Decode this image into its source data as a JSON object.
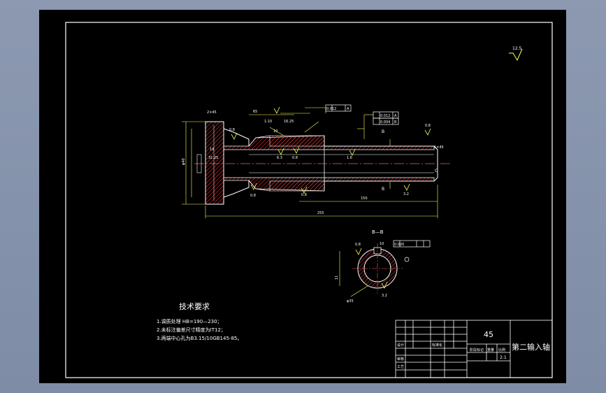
{
  "drawing": {
    "title": "第二输入轴",
    "material": "45",
    "scale": "2:1",
    "surface_roughness": "12.5",
    "section_label": "B—B",
    "technical_requirements": {
      "heading": "技术要求",
      "items": [
        "1.调质处理 HB=190—230；",
        "2.未标注偏差尺寸精度为IT12；",
        "3.两端中心孔为B3.15/10GB145-85。"
      ]
    },
    "dimensions": {
      "overall_length": "255",
      "length_150": "150",
      "length_65": "65",
      "chamfer": "2×45",
      "chamfer_right": "1×45",
      "dim_19": "19",
      "dim_31_25": "31.25",
      "dim_10": "10",
      "dim_1_10": "1:10",
      "dim_16_25": "16.25",
      "ra_0_8": "0.8",
      "ra_1_6": "1.6",
      "ra_3_2": "3.2",
      "ra_6_3": "6.3",
      "section_dia": "φ35",
      "section_key": "φ40",
      "section_width": "10",
      "section_depth": "11",
      "tol_box_1": "0.012",
      "tol_box_2": "0.012",
      "tol_box_3": "0.004",
      "tol_box_4": "0.020",
      "datum_a": "A",
      "datum_b": "B",
      "datum_c": "C"
    },
    "title_block": {
      "design": "设计",
      "check": "审核",
      "process": "工艺",
      "standard": "标准化",
      "weight": "重量",
      "ratio": "比例",
      "stage_mark": "阶段标记"
    }
  },
  "colors": {
    "background": "#000000",
    "line": "#ffffff",
    "hatch": "#ff3b3b",
    "leader": "#ffff4d",
    "center": "#ff5a5a",
    "frame": "#ffffff"
  }
}
